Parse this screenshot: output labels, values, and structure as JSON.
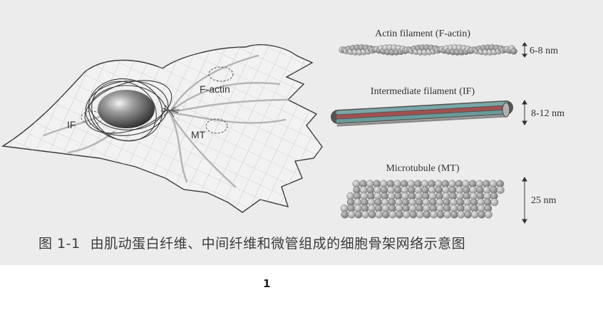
{
  "figure": {
    "labels": {
      "f_actin": "F-actin",
      "if": "IF",
      "mt": "MT"
    },
    "panels": {
      "actin": {
        "title": "Actin filament (F-actin)",
        "size": "6-8 nm"
      },
      "intermediate": {
        "title": "Intermediate filament (IF)",
        "size": "8-12 nm"
      },
      "microtubule": {
        "title": "Microtubule (MT)",
        "size": "25 nm"
      }
    },
    "colors": {
      "background": "#ececec",
      "bead_light": "#c4c4c4",
      "bead_dark": "#8a8a8a",
      "if_red": "#a05050",
      "if_teal": "#6a9a9a"
    }
  },
  "caption": {
    "number": "图 1-1",
    "text": "由肌动蛋白纤维、中间纤维和微管组成的细胞骨架网络示意图"
  },
  "page_number": "1"
}
